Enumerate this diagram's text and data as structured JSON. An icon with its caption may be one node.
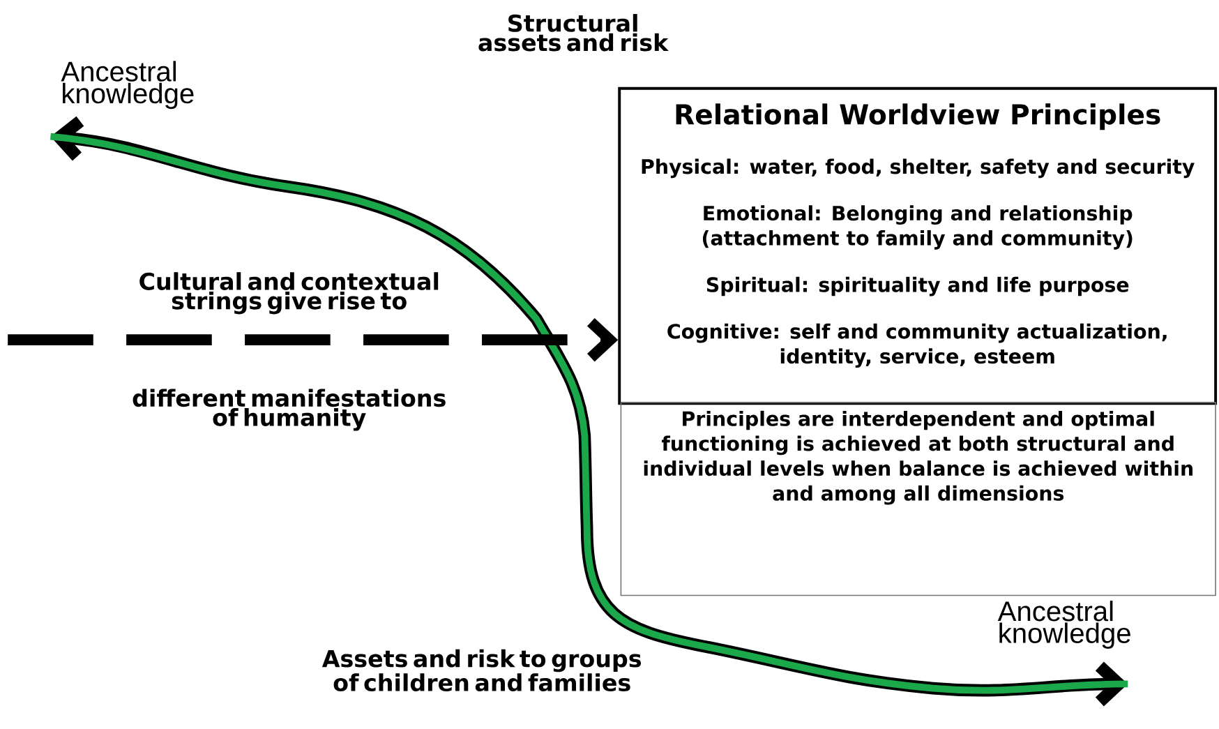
{
  "diagram": {
    "nodes": [
      {
        "text": [
          "Ancestral knowledge"
        ]
      },
      {
        "text": [
          "Relational Worldview Principles",
          "Physical: water, food, shelter, safety and security",
          "Emotional: Belonging and relationship (attachment to family and community)",
          "Spiritual: spirituality and life purpose",
          "Cognitive: self and community actualization, identity, service, esteem"
        ]
      },
      {
        "text": [
          "Principles are interdependent and optimal functioning is achieved at both structural and individual levels when balance is achieved within and among all dimensions"
        ]
      },
      {
        "text": [
          "Ancestral knowledge"
        ]
      }
    ],
    "edges": [
      {
        "from": 0,
        "to": 3,
        "arrow": "both",
        "color": "#1aa84b"
      },
      {
        "from": null,
        "to": 1,
        "arrow": "to",
        "style": "dashed",
        "color": "#000000"
      }
    ],
    "labels": [
      "Structural assets and risk",
      "Cultural and contextual strings give rise to",
      "different manifestations of humanity",
      "Assets and risk to groups of children and families"
    ]
  }
}
